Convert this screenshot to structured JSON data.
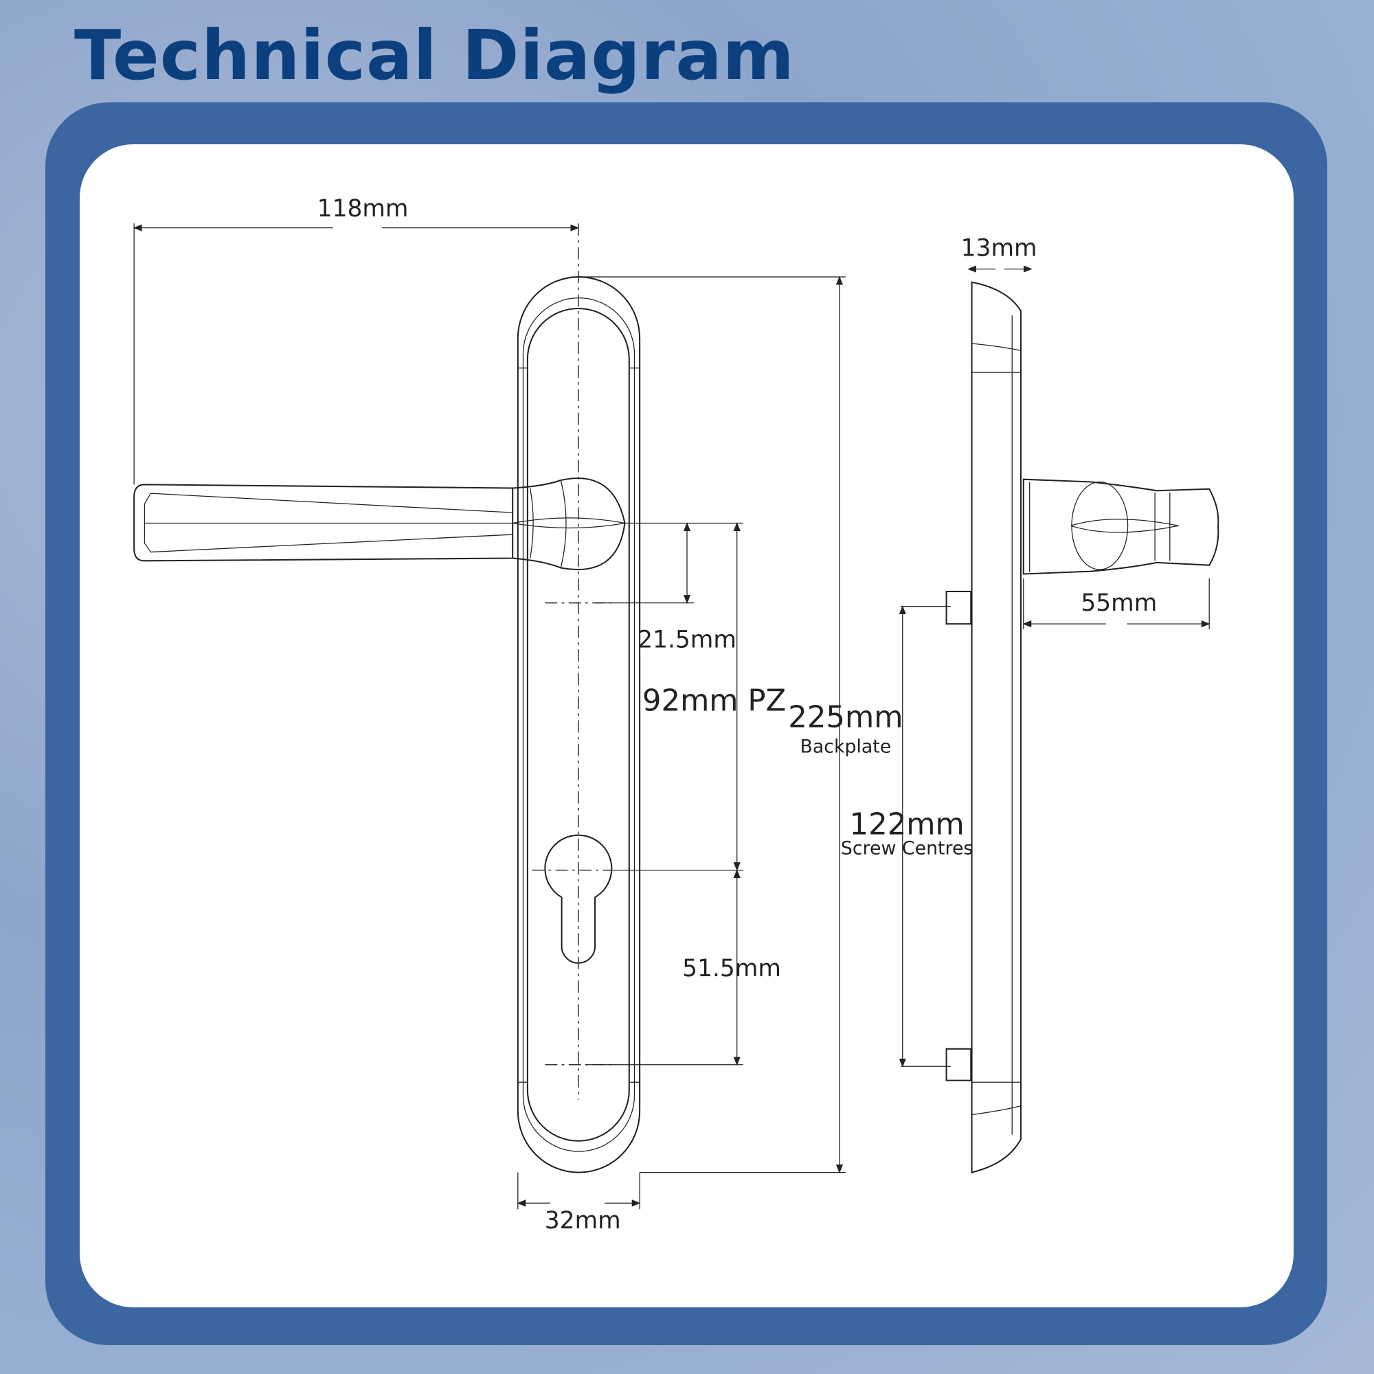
{
  "title": "Technical Diagram",
  "dimensions": {
    "handle_length": "118mm",
    "side_thickness": "13mm",
    "handle_projection": "55mm",
    "spindle_offset": "21.5mm",
    "pz": "92mm PZ",
    "backplate_length": "225mm",
    "backplate_label": "Backplate",
    "screw_centres": "122mm",
    "screw_centres_label": "Screw Centres",
    "cylinder_to_screw": "51.5mm",
    "backplate_width": "32mm"
  },
  "colors": {
    "title": "#0b3f7d",
    "frame": "#3b66a1",
    "panel": "#ffffff"
  }
}
